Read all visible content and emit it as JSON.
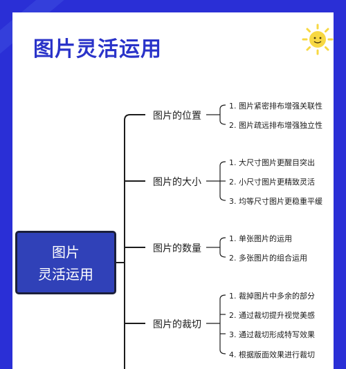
{
  "title": "图片灵活运用",
  "root": {
    "line1": "图片",
    "line2": "灵活运用"
  },
  "branches": [
    {
      "label": "图片的位置",
      "items": [
        "1. 图片紧密排布增强关联性",
        "2. 图片疏远排布增强独立性"
      ]
    },
    {
      "label": "图片的大小",
      "items": [
        "1. 大尺寸图片更醒目突出",
        "2. 小尺寸图片更精致灵活",
        "3. 均等尺寸图片更稳重平缓"
      ]
    },
    {
      "label": "图片的数量",
      "items": [
        "1. 单张图片的运用",
        "2. 多张图片的组合运用"
      ]
    },
    {
      "label": "图片的裁切",
      "items": [
        "1. 裁掉图片中多余的部分",
        "2. 通过裁切提升视觉美感",
        "3. 通过裁切形成特写效果",
        "4. 根据版面效果进行裁切"
      ]
    }
  ],
  "colors": {
    "frame": "#2a2fd6",
    "title": "#2a33c9",
    "root_fill": "#3041b8",
    "sun": "#f7d842"
  },
  "icons": {
    "sun": "smiling-sun-icon"
  }
}
